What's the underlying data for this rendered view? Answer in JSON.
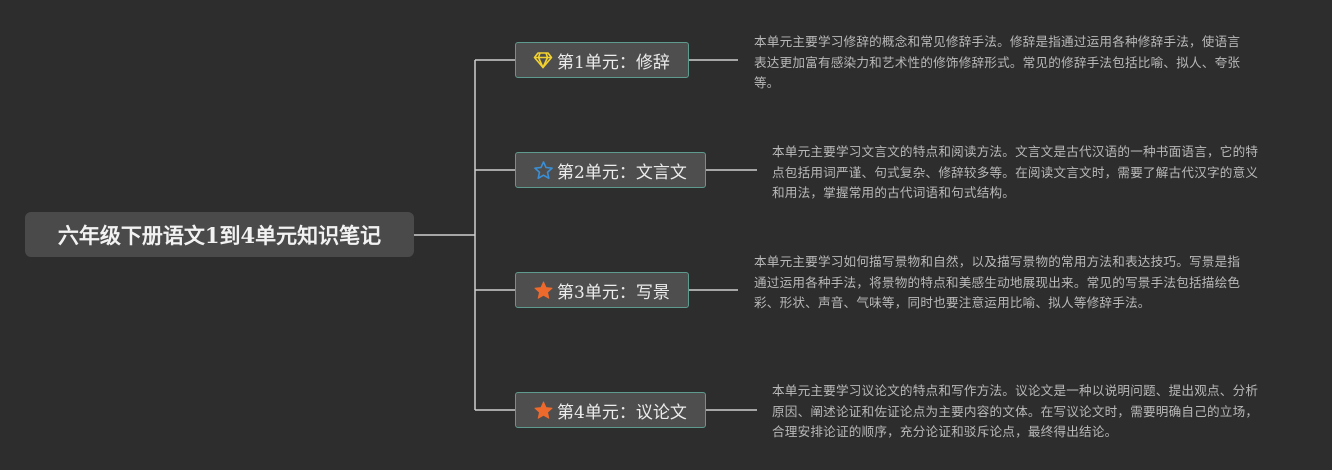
{
  "root": {
    "title": "六年级下册语文1到4单元知识笔记"
  },
  "branches": [
    {
      "label": "第1单元：修辞",
      "icon": "diamond-icon",
      "icon_color": "#f2d22e",
      "note": "本单元主要学习修辞的概念和常见修辞手法。修辞是指通过运用各种修辞手法，使语言表达更加富有感染力和艺术性的修饰修辞形式。常见的修辞手法包括比喻、拟人、夸张等。"
    },
    {
      "label": "第2单元：文言文",
      "icon": "star-outline-icon",
      "icon_color": "#3a8fd6",
      "note": "本单元主要学习文言文的特点和阅读方法。文言文是古代汉语的一种书面语言，它的特点包括用词严谨、句式复杂、修辞较多等。在阅读文言文时，需要了解古代汉字的意义和用法，掌握常用的古代词语和句式结构。"
    },
    {
      "label": "第3单元：写景",
      "icon": "star-filled-icon",
      "icon_color": "#ee6a2c",
      "note": "本单元主要学习如何描写景物和自然，以及描写景物的常用方法和表达技巧。写景是指通过运用各种手法，将景物的特点和美感生动地展现出来。常见的写景手法包括描绘色彩、形状、声音、气味等，同时也要注意运用比喻、拟人等修辞手法。"
    },
    {
      "label": "第4单元：议论文",
      "icon": "star-filled-icon",
      "icon_color": "#ee6a2c",
      "note": "本单元主要学习议论文的特点和写作方法。议论文是一种以说明问题、提出观点、分析原因、阐述论证和佐证论点为主要内容的文体。在写议论文时，需要明确自己的立场，合理安排论证的顺序，充分论证和驳斥论点，最终得出结论。"
    }
  ]
}
